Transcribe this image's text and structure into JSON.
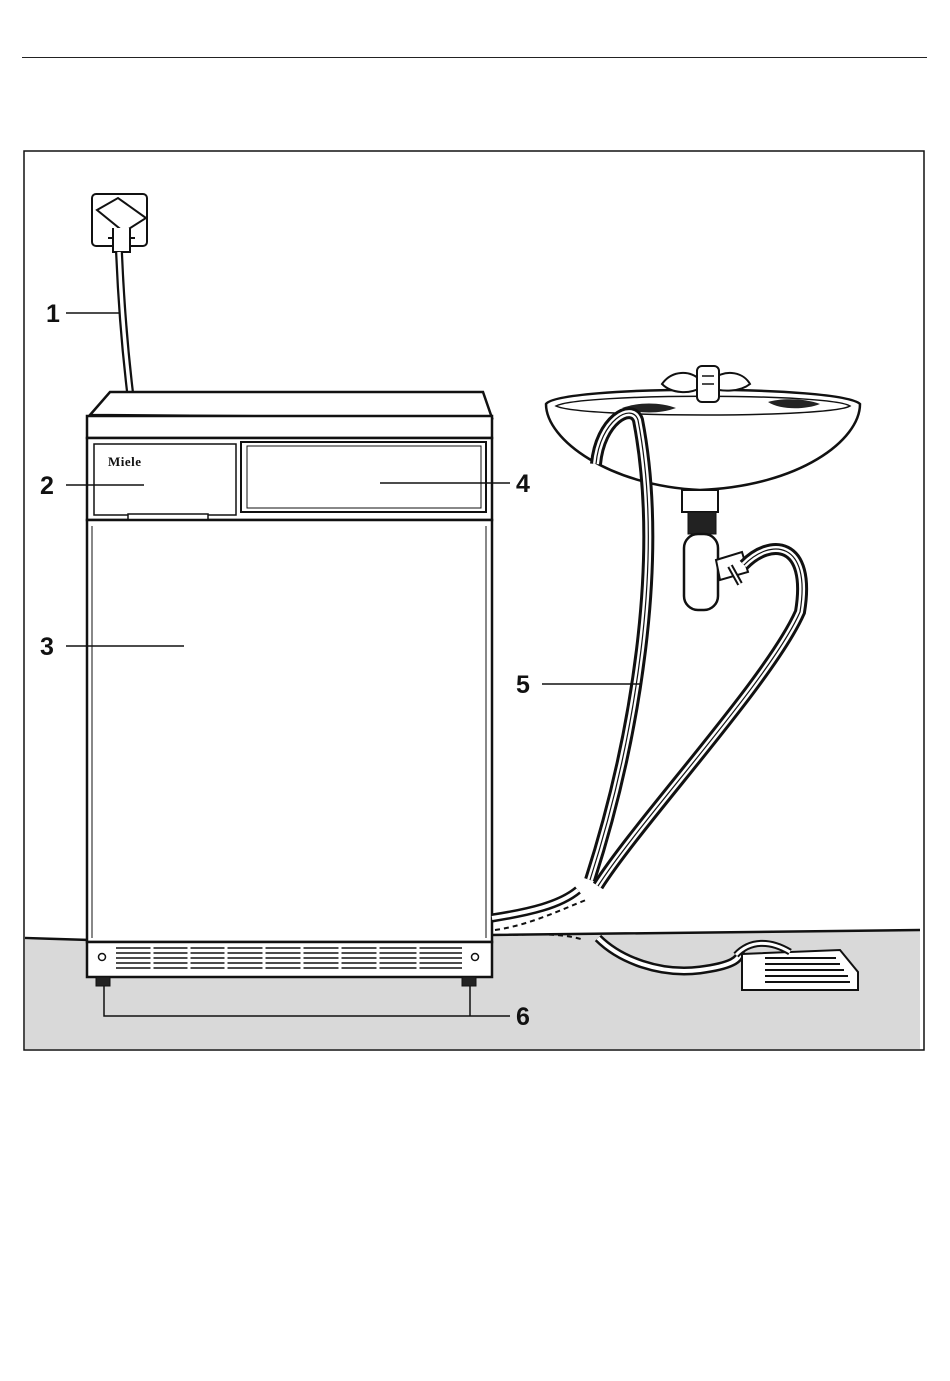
{
  "figure": {
    "brand": "Miele",
    "callouts": [
      {
        "number": "1"
      },
      {
        "number": "2"
      },
      {
        "number": "3"
      },
      {
        "number": "4"
      },
      {
        "number": "5"
      },
      {
        "number": "6"
      }
    ]
  }
}
